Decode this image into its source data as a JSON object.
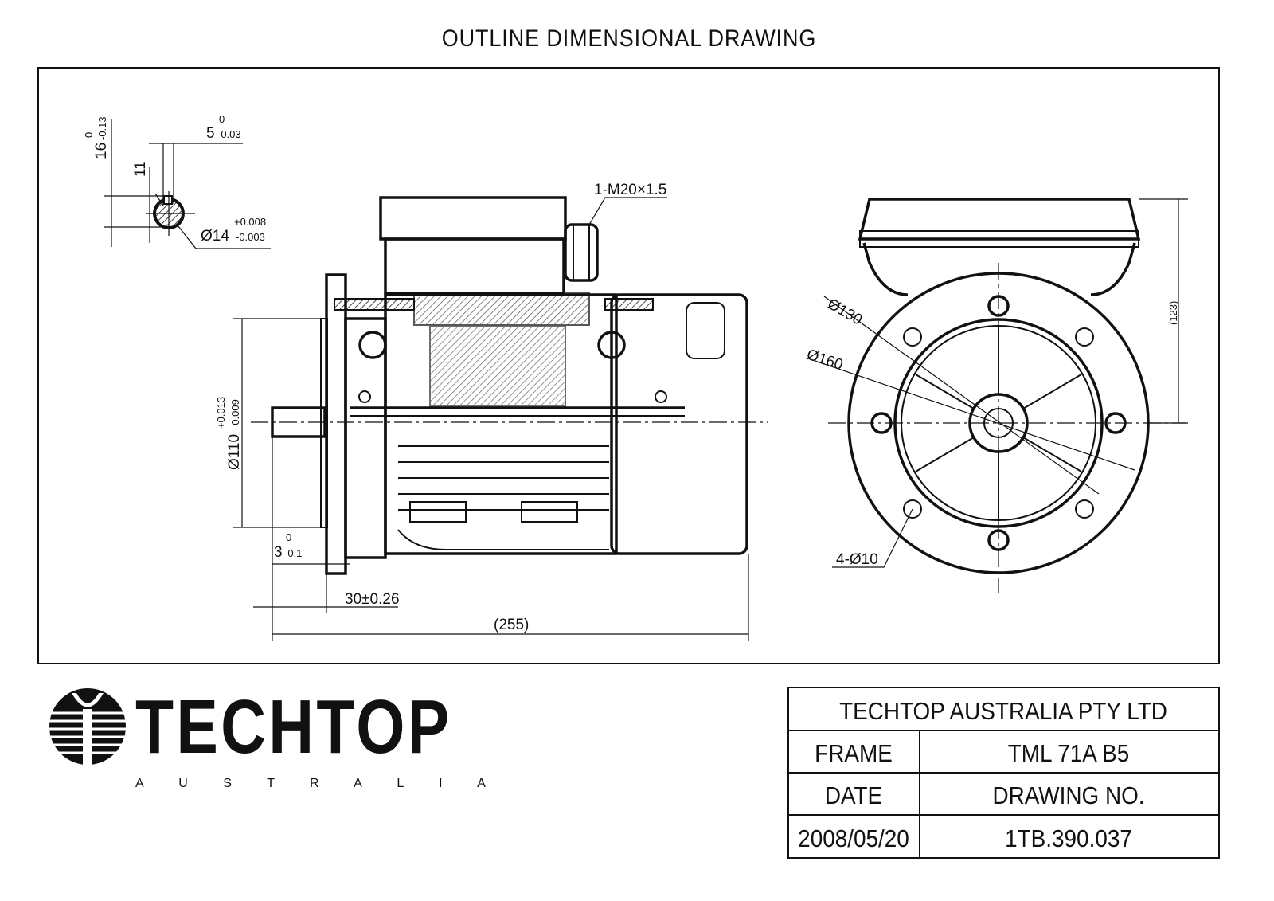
{
  "title": "OUTLINE DIMENSIONAL DRAWING",
  "key_section": {
    "key_width": {
      "base": "5",
      "upper": "0",
      "lower": "-0.03"
    },
    "key_height": {
      "base": "16",
      "upper": "0",
      "lower": "-0.13"
    },
    "keyway_depth": "11",
    "shaft_diameter": {
      "base": "Ø14",
      "upper": "+0.008",
      "lower": "-0.003"
    }
  },
  "side_view": {
    "cable_gland": "1-M20×1.5",
    "spigot_diameter": {
      "base": "Ø110",
      "upper": "+0.013",
      "lower": "-0.009"
    },
    "spigot_depth": {
      "base": "3",
      "upper": "0",
      "lower": "-0.1"
    },
    "shaft_length": "30±0.26",
    "overall_length": "(255)"
  },
  "end_view": {
    "pcd_inner": "Ø130",
    "pcd_outer": "Ø160",
    "holes": "4-Ø10",
    "height": "(123)"
  },
  "logo": {
    "name": "TECHTOP",
    "sub": "A U S T R A L I A"
  },
  "title_block": {
    "company": "TECHTOP AUSTRALIA PTY LTD",
    "frame_label": "FRAME",
    "frame_value": "TML 71A B5",
    "date_label": "DATE",
    "drawing_no_label": "DRAWING NO.",
    "date_value": "2008/05/20",
    "drawing_no_value": "1TB.390.037"
  }
}
